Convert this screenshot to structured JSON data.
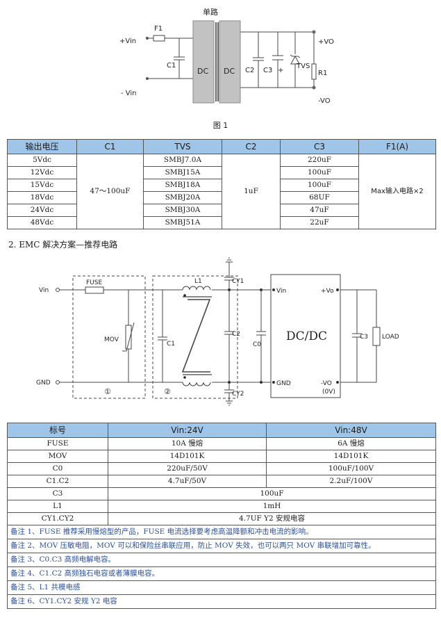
{
  "circuit1": {
    "label_single": "单路",
    "label_f1": "F1",
    "label_vin_pos": "+Vin",
    "label_vin_neg": "- Vin",
    "label_c1": "C1",
    "label_dc_left": "DC",
    "label_dc_right": "DC",
    "label_c2": "C2",
    "label_c3": "C3",
    "label_plus": "+",
    "label_tvs": "TVS",
    "label_r1": "R1",
    "label_vo_pos": "+VO",
    "label_vo_neg": "-VO"
  },
  "caption1": "图 1",
  "table1": {
    "headers": [
      "输出电压",
      "C1",
      "TVS",
      "C2",
      "C3",
      "F1(A)"
    ],
    "c1_value": "47～100uF",
    "c2_value": "1uF",
    "f1_value": "Max输入电路×2",
    "rows": [
      {
        "vout": "5Vdc",
        "tvs": "SMBJ7.0A",
        "c3": "220uF"
      },
      {
        "vout": "12Vdc",
        "tvs": "SMBJ15A",
        "c3": "100uF"
      },
      {
        "vout": "15Vdc",
        "tvs": "SMBJ18A",
        "c3": "100uF"
      },
      {
        "vout": "18Vdc",
        "tvs": "SMBJ20A",
        "c3": "68UF"
      },
      {
        "vout": "24Vdc",
        "tvs": "SMBJ30A",
        "c3": "47uF"
      },
      {
        "vout": "48Vdc",
        "tvs": "SMBJ51A",
        "c3": "22uF"
      }
    ]
  },
  "heading2": "2. EMC 解决方案—推荐电路",
  "circuit2": {
    "label_vin": "Vin",
    "label_gnd": "GND",
    "label_fuse": "FUSE",
    "label_mov": "MOV",
    "label_c1": "C1",
    "label_l1": "L1",
    "label_c2": "C2",
    "label_cy1": "CY1",
    "label_cy2": "CY2",
    "label_c0": "C0",
    "label_dcdc": "DC/DC",
    "label_pin_vin": "Vin",
    "label_pin_gnd": "GND",
    "label_pin_vo_pos": "+Vo",
    "label_pin_vo_neg": "-VO",
    "label_pin_0v": "(0V)",
    "label_c3": "C3",
    "label_load": "LOAD",
    "label_zone1": "①",
    "label_zone2": "②"
  },
  "table2": {
    "headers": [
      "标号",
      "Vin:24V",
      "Vin:48V"
    ],
    "rows_split": [
      {
        "label": "FUSE",
        "v24": "10A 慢熔",
        "v48": "6A 慢熔"
      },
      {
        "label": "MOV",
        "v24": "14D101K",
        "v48": "14D101K"
      },
      {
        "label": "C0",
        "v24": "220uF/50V",
        "v48": "100uF/100V"
      },
      {
        "label": "C1.C2",
        "v24": "4.7uF/50V",
        "v48": "2.2uF/100V"
      }
    ],
    "rows_merged": [
      {
        "label": "C3",
        "value": "100uF"
      },
      {
        "label": "L1",
        "value": "1mH"
      },
      {
        "label": "CY1.CY2",
        "value": "4.7UF Y2 安规电容"
      }
    ],
    "notes": [
      "备注 1、FUSE 推荐采用慢熔型的产品，FUSE 电流选择要考虑高温降额和冲击电流的影响。",
      "备注 2、MOV 压敏电阻，MOV 可以和保险丝串联应用，防止 MOV 失效，也可以两只 MOV 串联增加可靠性。",
      "备注 3、C0.C3 高频电解电容。",
      "备注 4、C1.C2 高频独石电容或者薄膜电容。",
      "备注 5、L1 共模电感",
      "备注 6、CY1.CY2 安规 Y2 电容"
    ]
  }
}
